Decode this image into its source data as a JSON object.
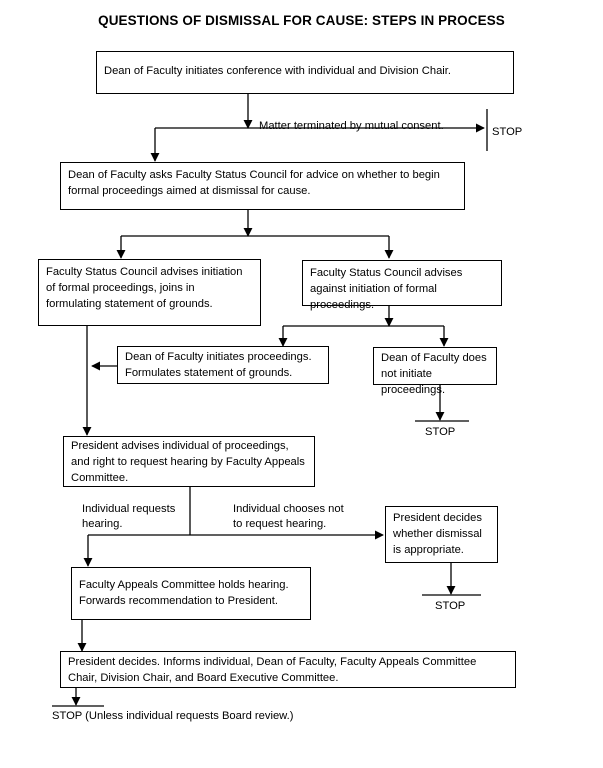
{
  "title": "QUESTIONS OF DISMISSAL FOR CAUSE: STEPS IN PROCESS",
  "boxes": {
    "b1": "Dean of Faculty initiates conference with individual and Division Chair.",
    "b2": "Dean of Faculty asks Faculty Status Council for advice on whether to begin formal proceedings aimed at dismissal for cause.",
    "b3": "Faculty Status Council advises initiation of formal proceedings, joins in formulating statement of grounds.",
    "b4": "Faculty Status Council advises against initiation of formal proceedings.",
    "b5": "Dean of Faculty initiates proceedings. Formulates statement of grounds.",
    "b6": "Dean of Faculty does not initiate proceedings.",
    "b7": "President advises individual of proceedings, and right to request hearing by Faculty Appeals Committee.",
    "b8": "President decides whether dismissal is appropriate.",
    "b9": "Faculty Appeals Committee holds hearing. Forwards recommendation to President.",
    "b10": "President decides. Informs individual, Dean of Faculty, Faculty Appeals Committee Chair, Division Chair, and Board Executive Committee."
  },
  "labels": {
    "mutual": "Matter terminated by mutual consent.",
    "stop1": "STOP",
    "stop2": "STOP",
    "requests": "Individual requests\nhearing.",
    "chooses_not": "Individual chooses not\nto request hearing.",
    "stop3": "STOP",
    "stop_final": "STOP (Unless individual requests Board review.)"
  }
}
